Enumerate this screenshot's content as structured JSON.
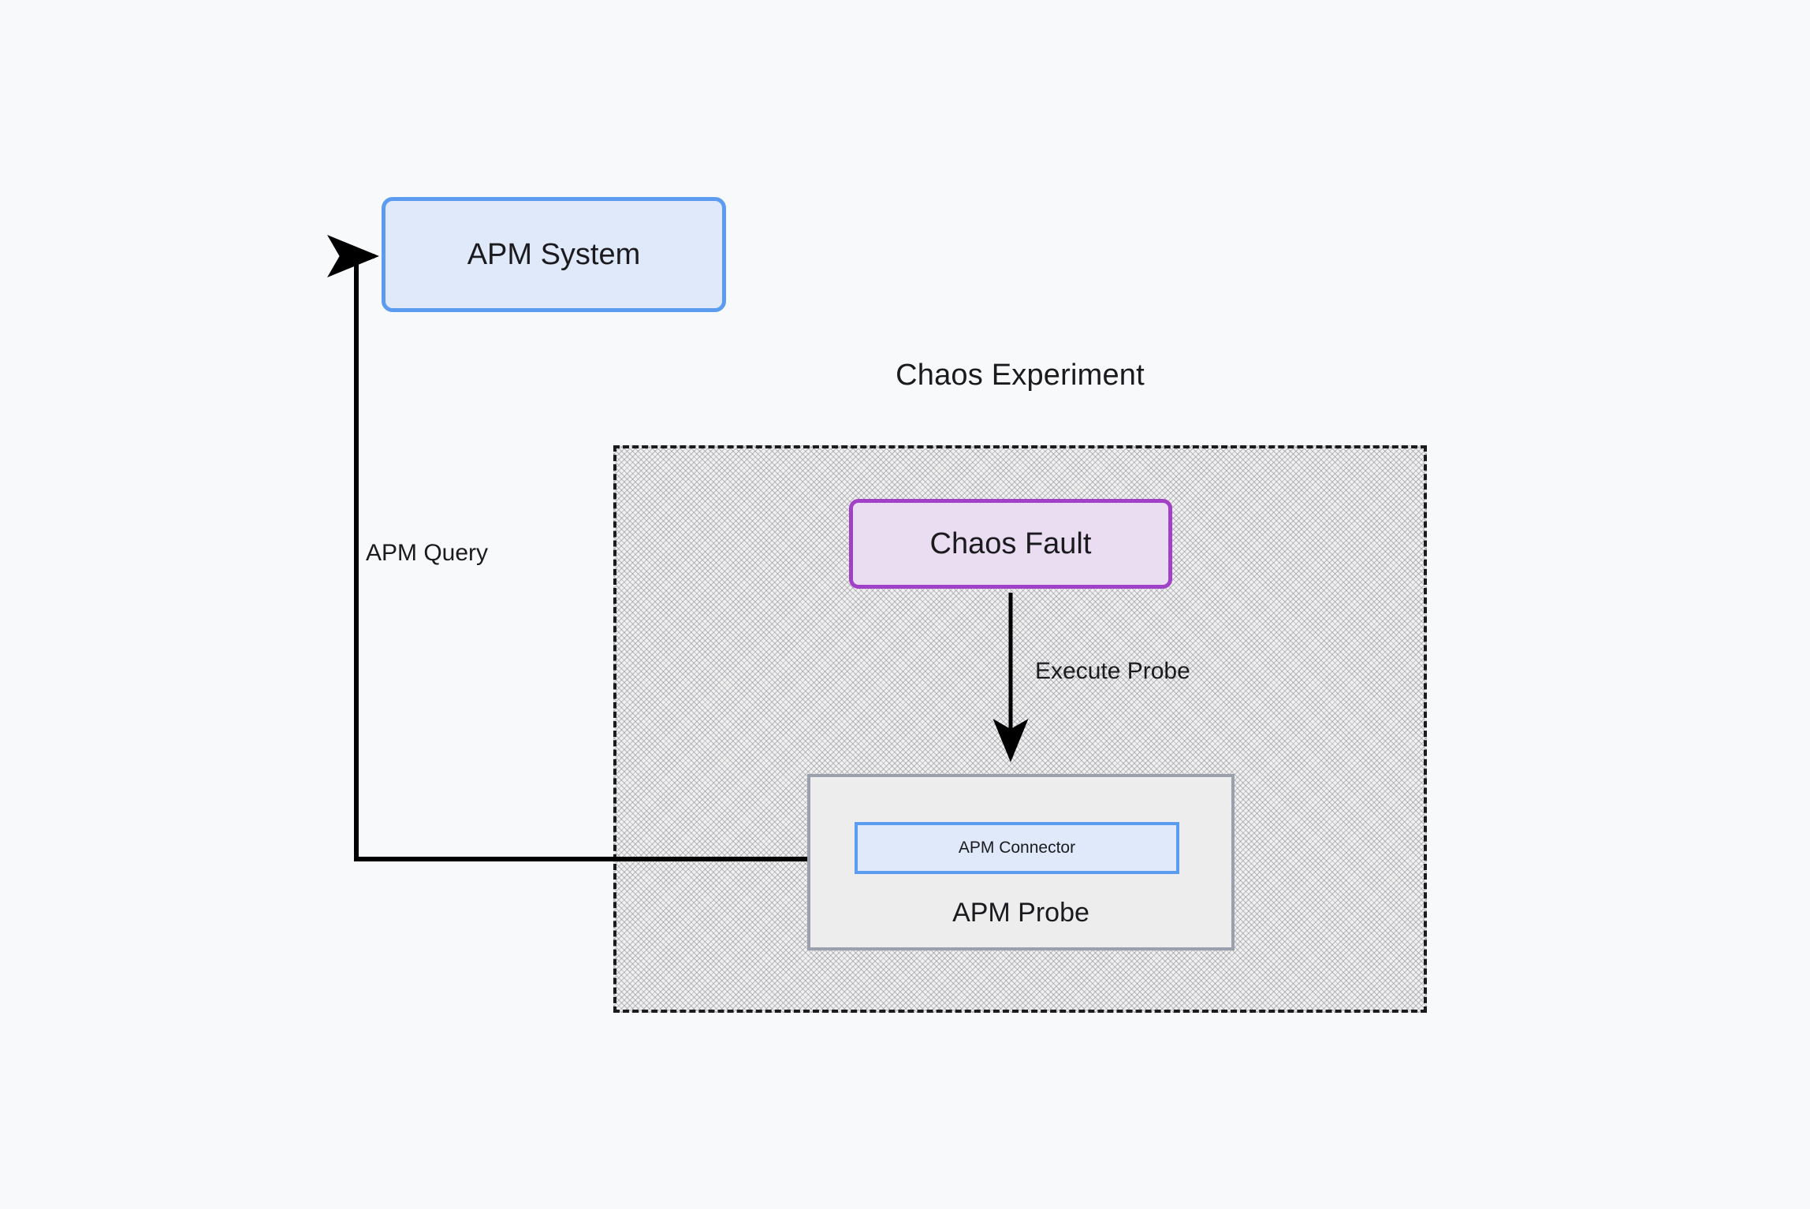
{
  "diagram": {
    "title": "Chaos Experiment",
    "background_color": "#f8f9fb",
    "nodes": {
      "apm_system": {
        "label": "APM System",
        "fill": "#dfe9f9",
        "stroke": "#5b9bf0"
      },
      "chaos_fault": {
        "label": "Chaos Fault",
        "fill": "#eadcf1",
        "stroke": "#a041c8"
      },
      "apm_probe": {
        "label": "APM Probe",
        "fill": "#ededee",
        "stroke": "#9ba1ac"
      },
      "apm_connector": {
        "label": "APM Connector",
        "fill": "#dfe9f9",
        "stroke": "#5b9bf0"
      }
    },
    "group": {
      "label": "Chaos Experiment",
      "stroke": "#1c1c20",
      "style": "dashed",
      "fill_pattern": "diagonal-crosshatch"
    },
    "edges": [
      {
        "id": "execute-probe",
        "label": "Execute Probe",
        "from": "chaos_fault",
        "to": "apm_probe",
        "direction": "down",
        "color": "#000000"
      },
      {
        "id": "apm-query",
        "label": "APM Query",
        "from": "apm_connector",
        "to": "apm_system",
        "direction": "left-then-up",
        "color": "#000000"
      }
    ]
  }
}
